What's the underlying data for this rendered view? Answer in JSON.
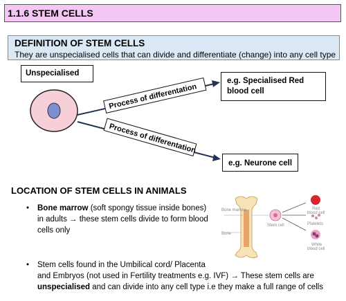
{
  "title": "1.1.6 STEM CELLS",
  "definition": {
    "heading": "DEFINITION OF STEM CELLS",
    "text": "They are unspecialised cells that can divide and differentiate (change) into any cell type"
  },
  "diagram": {
    "unspecialised_label": "Unspecialised",
    "arrow_label_top": "Process of differentation",
    "arrow_label_bottom": "Process of differentation",
    "rbc_line1": "e.g. Specialised Red",
    "rbc_line2": "blood cell",
    "neurone_label": "e.g. Neurone cell"
  },
  "location": {
    "heading": "LOCATION OF STEM CELLS IN ANIMALS",
    "bullet1": {
      "bold": "Bone marrow",
      "text_a": " (soft spongy tissue inside bones) in adults ",
      "arrow": "→",
      "text_b": " these stem cells divide to form blood cells only"
    },
    "bullet2": {
      "line1": "Stem cells found in the Umbilical cord/ Placenta",
      "line2a": "and Embryos (not used in Fertility treatments e.g. IVF) ",
      "arrow": "→",
      "line2b": " These stem cells are",
      "bold": "unspecialised",
      "line3": " and can divide into any cell type i.e they make a full range of cells"
    },
    "bone_diagram": {
      "bone_marrow_label": "Bone marrow",
      "bone_label": "Bone",
      "stem_cell_label": "Stem cell",
      "red_label_1": "Red",
      "red_label_2": "blood cell",
      "platelets_label": "Platelets",
      "white_label_1": "White",
      "white_label_2": "blood cell"
    }
  },
  "colors": {
    "title_bg": "#f4c6f4",
    "definition_bg": "#dbe9f6",
    "cell_fill": "#f6cfd8",
    "nucleus_fill": "#7e8ed0"
  }
}
